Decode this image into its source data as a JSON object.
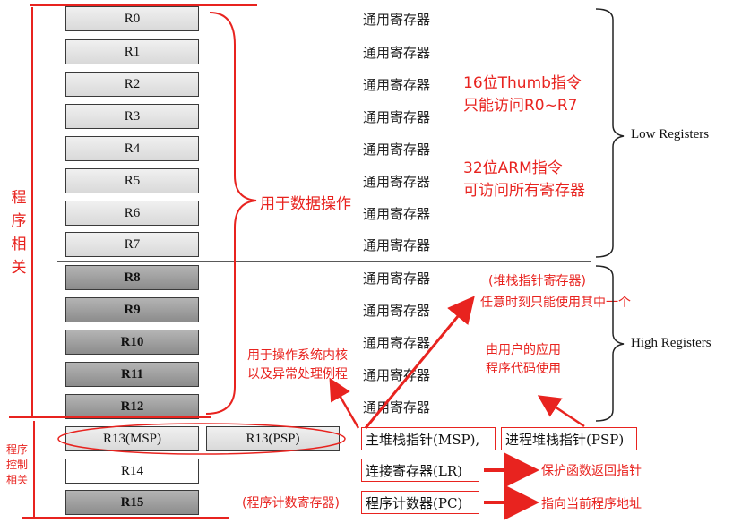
{
  "registers": [
    {
      "label": "R0",
      "desc": "通用寄存器",
      "tone": "low"
    },
    {
      "label": "R1",
      "desc": "通用寄存器",
      "tone": "low"
    },
    {
      "label": "R2",
      "desc": "通用寄存器",
      "tone": "low"
    },
    {
      "label": "R3",
      "desc": "通用寄存器",
      "tone": "low"
    },
    {
      "label": "R4",
      "desc": "通用寄存器",
      "tone": "low"
    },
    {
      "label": "R5",
      "desc": "通用寄存器",
      "tone": "low"
    },
    {
      "label": "R6",
      "desc": "通用寄存器",
      "tone": "low"
    },
    {
      "label": "R7",
      "desc": "通用寄存器",
      "tone": "low"
    },
    {
      "label": "R8",
      "desc": "通用寄存器",
      "tone": "high"
    },
    {
      "label": "R9",
      "desc": "通用寄存器",
      "tone": "high"
    },
    {
      "label": "R10",
      "desc": "通用寄存器",
      "tone": "high"
    },
    {
      "label": "R11",
      "desc": "通用寄存器",
      "tone": "high"
    },
    {
      "label": "R12",
      "desc": "通用寄存器",
      "tone": "high"
    }
  ],
  "special": {
    "r13_msp": "R13(MSP)",
    "r13_psp": "R13(PSP)",
    "r14": "R14",
    "r15": "R15",
    "msp_desc": "主堆栈指针(MSP),",
    "psp_desc": "进程堆栈指针(PSP)",
    "lr_desc": "连接寄存器(LR)",
    "pc_desc": "程序计数器(PC)"
  },
  "groups": {
    "low": "Low Registers",
    "high": "High Registers"
  },
  "annotations": {
    "thumb_line1": "16位Thumb指令",
    "thumb_line2": "只能访问R0~R7",
    "arm_line1": "32位ARM指令",
    "arm_line2": "可访问所有寄存器",
    "data_ops": "用于数据操作",
    "stack_line1": "(堆栈指针寄存器)",
    "stack_line2": "任意时刻只能使用其中一个",
    "os_line1": "用于操作系统内核",
    "os_line2": "以及异常处理例程",
    "user_line1": "由用户的应用",
    "user_line2": "程序代码使用",
    "lr_note": "保护函数返回指针",
    "pc_note": "指向当前程序地址",
    "pc_prefix": "(程序计数寄存器)",
    "side_program": [
      "程",
      "序",
      "相",
      "关"
    ],
    "side_control": [
      "程序",
      "控制",
      "相关"
    ]
  },
  "colors": {
    "accent": "#e8231f",
    "border": "#3a3a3a"
  }
}
